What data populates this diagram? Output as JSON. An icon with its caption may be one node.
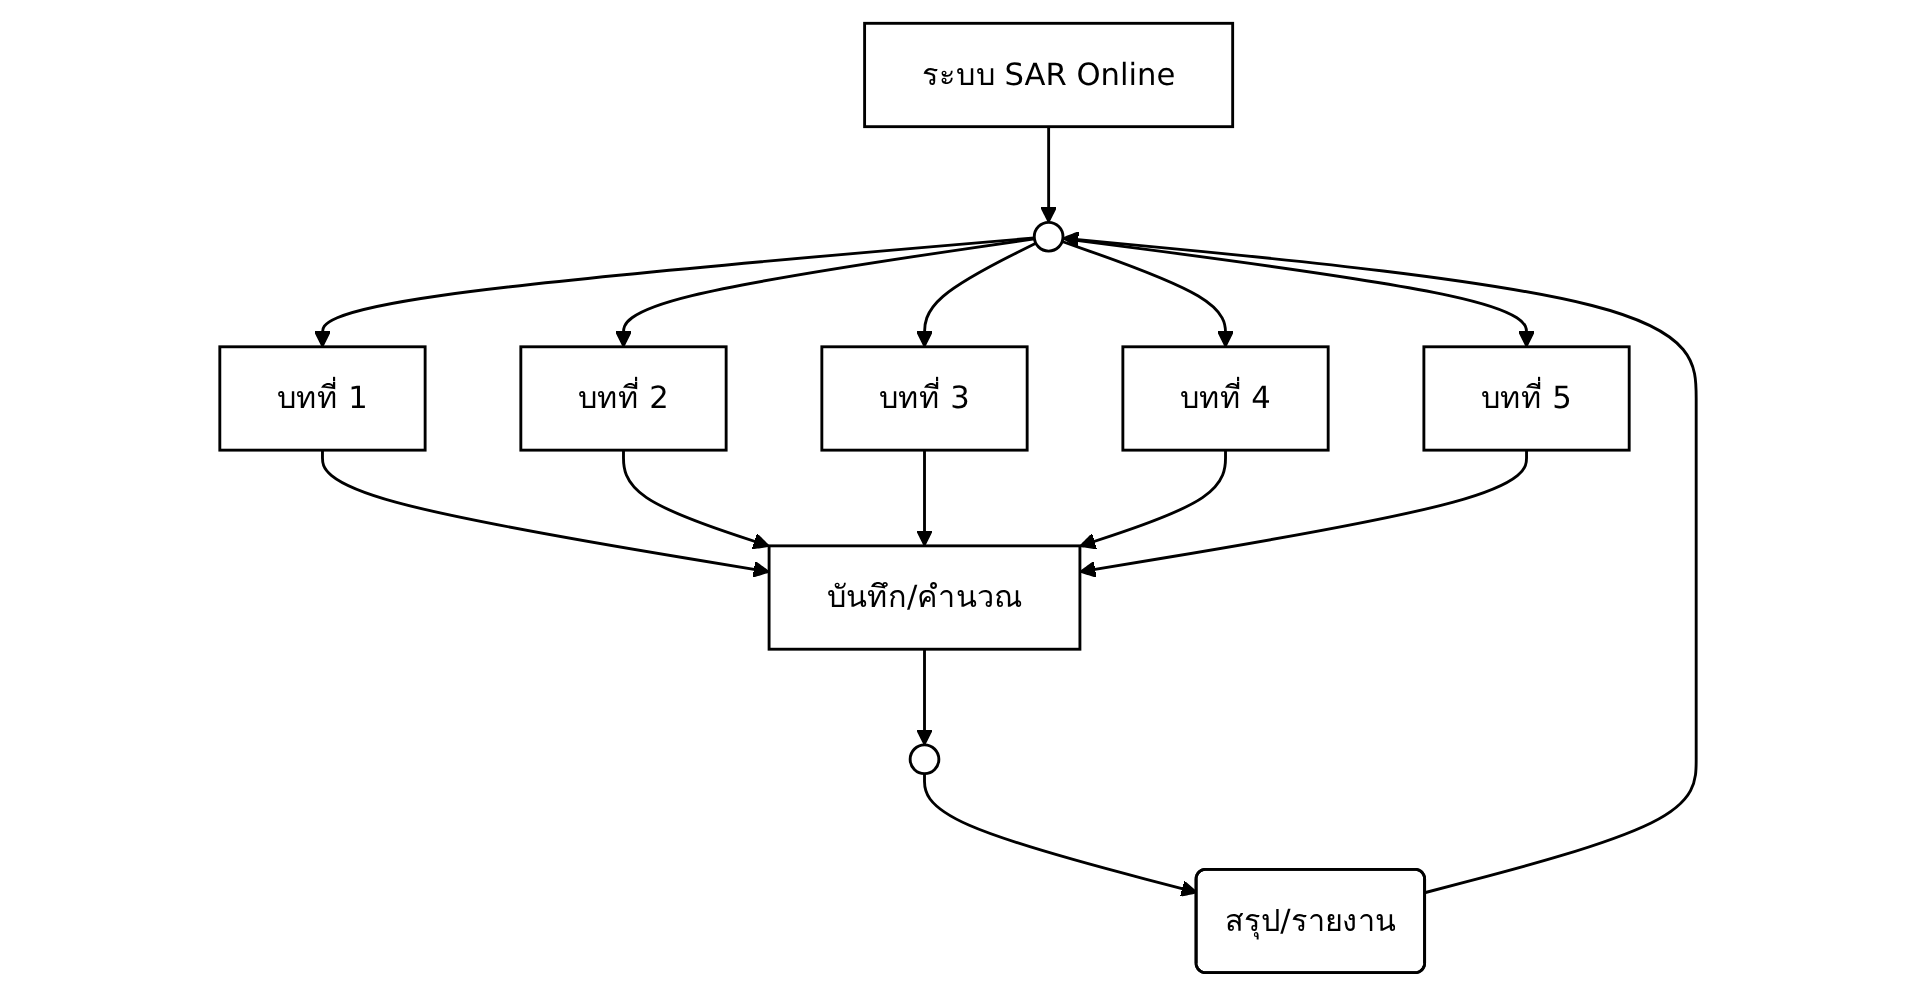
{
  "diagram": {
    "nodes": [
      {
        "text": [
          "ระบบ SAR Online"
        ]
      },
      {
        "text": [],
        "shape": "circle"
      },
      {
        "text": [
          "บทที่ 1"
        ]
      },
      {
        "text": [
          "บทที่ 2"
        ]
      },
      {
        "text": [
          "บทที่ 3"
        ]
      },
      {
        "text": [
          "บทที่ 4"
        ]
      },
      {
        "text": [
          "บทที่ 5"
        ]
      },
      {
        "text": [
          "บันทึก/คำนวณ"
        ]
      },
      {
        "text": [],
        "shape": "circle"
      },
      {
        "text": [
          "สรุป/รายงาน"
        ]
      }
    ],
    "edges": [
      {
        "from": 0,
        "to": 1,
        "arrow": "to"
      },
      {
        "from": 1,
        "to": 2,
        "arrow": "to"
      },
      {
        "from": 1,
        "to": 3,
        "arrow": "to"
      },
      {
        "from": 1,
        "to": 4,
        "arrow": "to"
      },
      {
        "from": 1,
        "to": 5,
        "arrow": "to"
      },
      {
        "from": 1,
        "to": 6,
        "arrow": "to"
      },
      {
        "from": 2,
        "to": 7,
        "arrow": "to"
      },
      {
        "from": 3,
        "to": 7,
        "arrow": "to"
      },
      {
        "from": 4,
        "to": 7,
        "arrow": "to"
      },
      {
        "from": 5,
        "to": 7,
        "arrow": "to"
      },
      {
        "from": 6,
        "to": 7,
        "arrow": "to"
      },
      {
        "from": 7,
        "to": 8,
        "arrow": "to"
      },
      {
        "from": 8,
        "to": 9,
        "arrow": "to"
      },
      {
        "from": 9,
        "to": 1,
        "arrow": "to"
      }
    ]
  }
}
